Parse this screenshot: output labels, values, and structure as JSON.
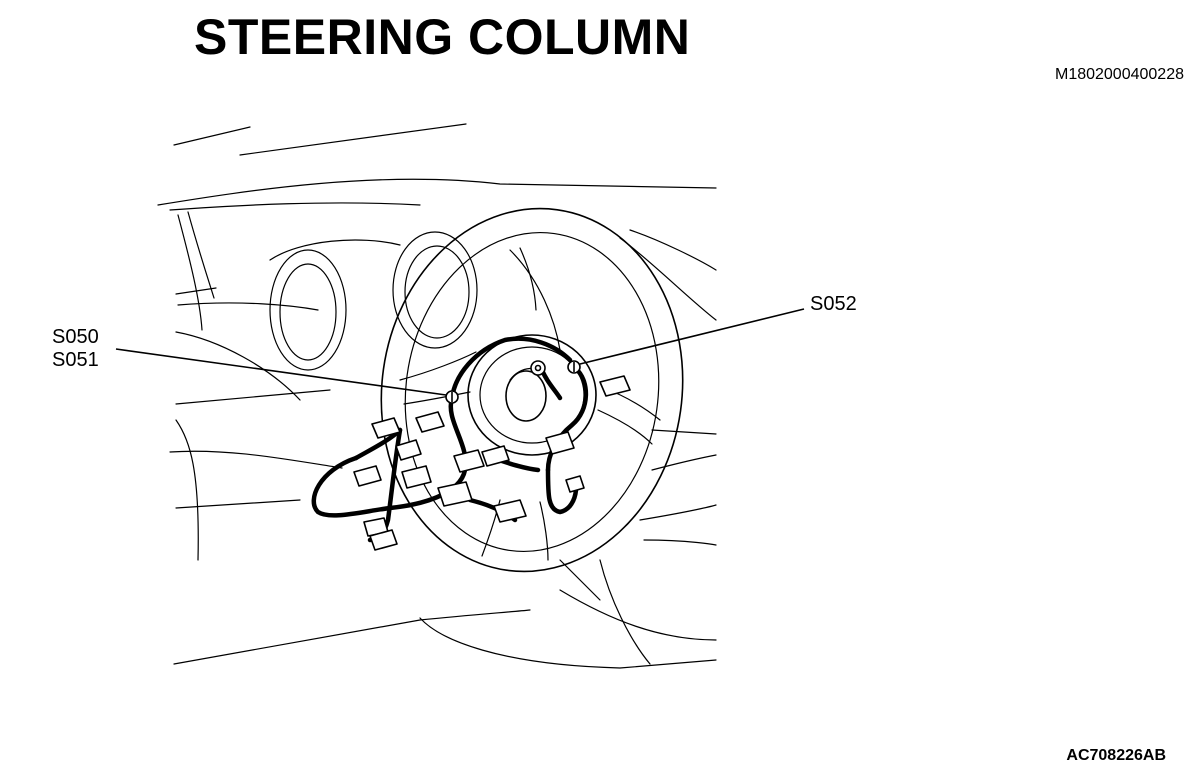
{
  "header": {
    "title": "STEERING COLUMN",
    "document_code": "M1802000400228"
  },
  "callouts": {
    "left_splices": [
      "S050",
      "S051"
    ],
    "right_splice": "S052"
  },
  "footer": {
    "figure_code": "AC708226AB"
  }
}
